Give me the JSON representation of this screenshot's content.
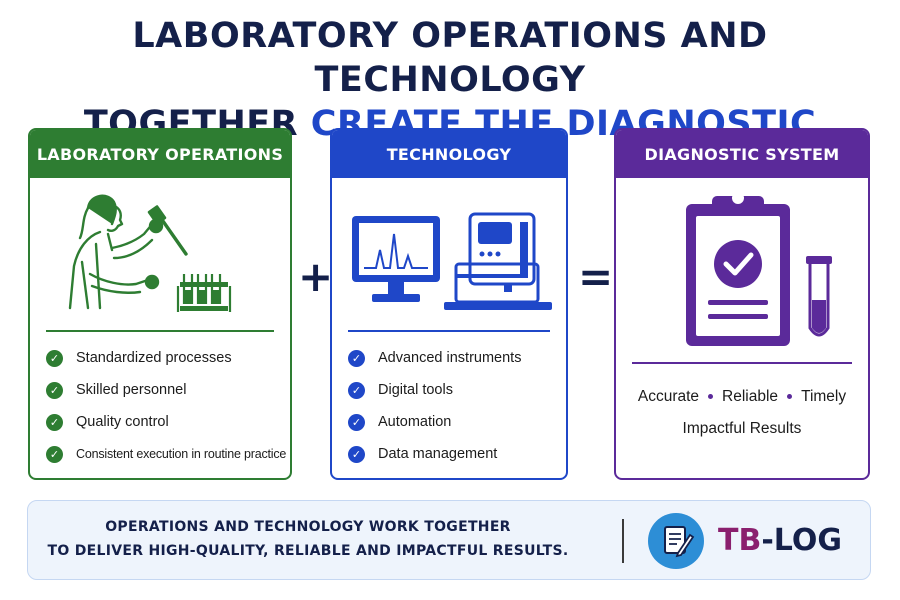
{
  "title": {
    "line1": "LABORATORY OPERATIONS AND TECHNOLOGY",
    "line2_part1": "TOGETHER",
    "line2_part2": "CREATE THE DIAGNOSTIC SYSTEM"
  },
  "panels": {
    "operations": {
      "header": "LABORATORY OPERATIONS",
      "items": [
        "Standardized processes",
        "Skilled personnel",
        "Quality control",
        "Consistent execution in routine practice"
      ]
    },
    "technology": {
      "header": "TECHNOLOGY",
      "items": [
        "Advanced instruments",
        "Digital tools",
        "Automation",
        "Data management"
      ]
    },
    "diagnostic": {
      "header": "DIAGNOSTIC SYSTEM",
      "attributes": [
        "Accurate",
        "Reliable",
        "Timely"
      ],
      "result": "Impactful Results"
    }
  },
  "operators": {
    "plus": "+",
    "equals": "="
  },
  "banner": {
    "line1": "OPERATIONS AND TECHNOLOGY WORK TOGETHER",
    "line2": "TO DELIVER HIGH-QUALITY, RELIABLE AND IMPACTFUL RESULTS.",
    "brand_part1": "TB",
    "brand_part2": "-LOG"
  },
  "colors": {
    "navy": "#14204a",
    "blue": "#1f47c8",
    "green": "#2e7d32",
    "purple": "#5b2a9a",
    "brand_magenta": "#8a1f6e"
  },
  "icons": [
    "scientist-pipette-icon",
    "test-tubes-icon",
    "monitor-chart-icon",
    "lab-instrument-icon",
    "clipboard-check-icon",
    "sample-tube-icon",
    "document-pen-icon",
    "check-circle-icon"
  ]
}
